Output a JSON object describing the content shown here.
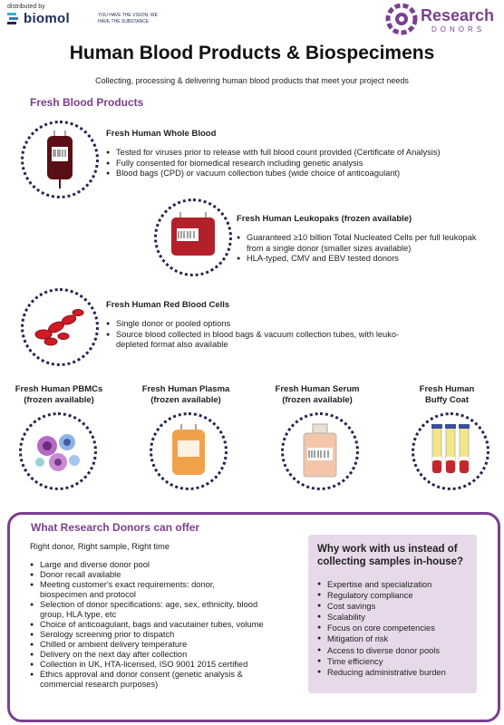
{
  "header": {
    "distributed_by": "distributed by",
    "biomol_name": "biomol",
    "biomol_slogan": "YOU HAVE THE VISION, WE HAVE THE SUBSTANCE",
    "research_donors_word1": "Research",
    "research_donors_word2": "DONORS"
  },
  "title": "Human Blood Products & Biospecimens",
  "subtitle": "Collecting, processing & delivering human blood products that meet your project needs",
  "fresh_section": {
    "title": "Fresh Blood Products",
    "whole_blood": {
      "title": "Fresh Human Whole Blood",
      "bullets": [
        "Tested for viruses prior to release with full blood count provided (Certificate of Analysis)",
        "Fully consented for biomedical research including genetic analysis",
        "Blood bags (CPD) or vacuum collection tubes (wide choice of anticoagulant)"
      ]
    },
    "leukopaks": {
      "title": "Fresh Human Leukopaks (frozen available)",
      "bullets": [
        "Guaranteed ≥10 billion Total Nucleated Cells per full leukopak from a single donor (smaller sizes available)",
        "HLA-typed, CMV and EBV tested donors"
      ]
    },
    "red_cells": {
      "title": "Fresh Human Red Blood Cells",
      "bullets": [
        "Single donor or pooled options",
        "Source blood collected in blood bags & vacuum collection tubes, with leuko-depleted format also available"
      ]
    },
    "small_products": [
      {
        "line1": "Fresh Human PBMCs",
        "line2": "(frozen available)"
      },
      {
        "line1": "Fresh Human Plasma",
        "line2": "(frozen available)"
      },
      {
        "line1": "Fresh Human Serum",
        "line2": "(frozen available)"
      },
      {
        "line1": "Fresh Human",
        "line2": "Buffy Coat"
      }
    ]
  },
  "offer": {
    "title": "What Research Donors can offer",
    "intro": "Right donor, Right sample, Right time",
    "items": [
      "Large and diverse donor pool",
      "Donor recall available",
      "Meeting customer's exact requirements: donor, biospecimen and protocol",
      "Selection of donor specifications: age, sex, ethnicity, blood group, HLA type, etc",
      "Choice of anticoagulant, bags and vacutainer tubes, volume",
      "Serology screening prior to dispatch",
      "Chilled or ambient delivery temperature",
      "Delivery on the next day after collection",
      "Collection in UK, HTA-licensed, ISO 9001 2015 certified",
      "Ethics approval and donor consent (genetic analysis & commercial research purposes)"
    ]
  },
  "why": {
    "title": "Why work with us instead of collecting samples in-house?",
    "items": [
      "Expertise and specialization",
      "Regulatory compliance",
      "Cost savings",
      "Scalability",
      "Focus on core competencies",
      "Mitigation of risk",
      "Access to diverse donor pools",
      "Time efficiency",
      "Reducing administrative burden"
    ]
  },
  "colors": {
    "accent": "#7b3f8f",
    "navy": "#22264f",
    "why_bg": "#e7d9ea"
  }
}
